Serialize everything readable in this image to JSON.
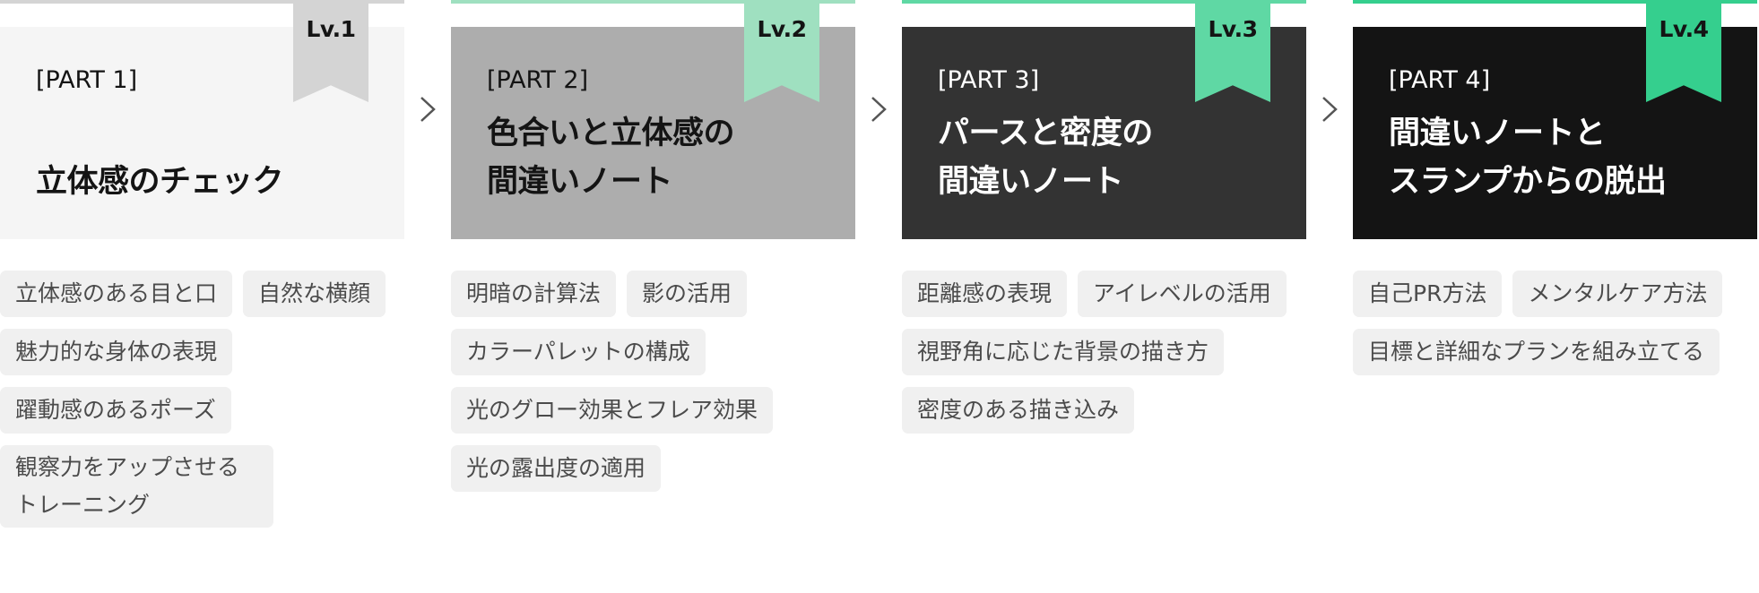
{
  "accent_colors": {
    "lv1": "#d4d4d4",
    "lv2": "#9fe0c0",
    "lv3": "#5fd8a4",
    "lv4": "#35cf8e"
  },
  "icons": {
    "separator": "chevron-right-icon"
  },
  "columns": [
    {
      "level": "Lv.1",
      "part": "[PART 1]",
      "title_lines": [
        "",
        "立体感のチェック"
      ],
      "tags": [
        "立体感のある目と口",
        "自然な横顔",
        "魅力的な身体の表現",
        "躍動感のあるポーズ",
        "観察力をアップさせるトレーニング"
      ]
    },
    {
      "level": "Lv.2",
      "part": "[PART 2]",
      "title_lines": [
        "色合いと立体感の",
        "間違いノート"
      ],
      "tags": [
        "明暗の計算法",
        "影の活用",
        "カラーパレットの構成",
        "光のグロー効果とフレア効果",
        "光の露出度の適用"
      ]
    },
    {
      "level": "Lv.3",
      "part": "[PART 3]",
      "title_lines": [
        "パースと密度の",
        "間違いノート"
      ],
      "tags": [
        "距離感の表現",
        "アイレベルの活用",
        "視野角に応じた背景の描き方",
        "密度のある描き込み"
      ]
    },
    {
      "level": "Lv.4",
      "part": "[PART 4]",
      "title_lines": [
        "間違いノートと",
        "スランプからの脱出"
      ],
      "tags": [
        "自己PR方法",
        "メンタルケア方法",
        "目標と詳細なプランを組み立てる"
      ]
    }
  ]
}
